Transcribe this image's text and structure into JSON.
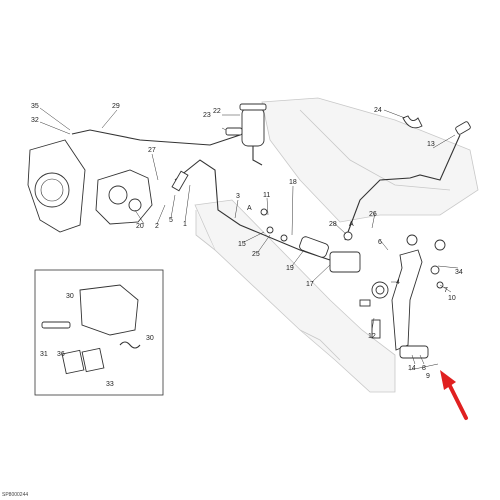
{
  "diagram": {
    "callouts": [
      {
        "id": "c35",
        "text": "35"
      },
      {
        "id": "c29",
        "text": "29"
      },
      {
        "id": "c32",
        "text": "32"
      },
      {
        "id": "c22",
        "text": "22"
      },
      {
        "id": "c23",
        "text": "23"
      },
      {
        "id": "c24",
        "text": "24"
      },
      {
        "id": "c13",
        "text": "13"
      },
      {
        "id": "c27",
        "text": "27"
      },
      {
        "id": "c3",
        "text": "3"
      },
      {
        "id": "c11",
        "text": "11"
      },
      {
        "id": "c18",
        "text": "18"
      },
      {
        "id": "c20",
        "text": "20"
      },
      {
        "id": "c2",
        "text": "2"
      },
      {
        "id": "c5",
        "text": "5"
      },
      {
        "id": "c1",
        "text": "1"
      },
      {
        "id": "c15",
        "text": "15"
      },
      {
        "id": "c25",
        "text": "25"
      },
      {
        "id": "c19",
        "text": "19"
      },
      {
        "id": "c17",
        "text": "17"
      },
      {
        "id": "c28",
        "text": "28"
      },
      {
        "id": "c26",
        "text": "26"
      },
      {
        "id": "c6",
        "text": "6"
      },
      {
        "id": "c7",
        "text": "7"
      },
      {
        "id": "c10",
        "text": "10"
      },
      {
        "id": "c34",
        "text": "34"
      },
      {
        "id": "c4",
        "text": "4"
      },
      {
        "id": "c12",
        "text": "12"
      },
      {
        "id": "c14",
        "text": "14"
      },
      {
        "id": "c8",
        "text": "8"
      },
      {
        "id": "c9",
        "text": "9"
      },
      {
        "id": "c30a",
        "text": "30"
      },
      {
        "id": "c30b",
        "text": "30"
      },
      {
        "id": "c31",
        "text": "31"
      },
      {
        "id": "c36",
        "text": "36"
      },
      {
        "id": "c33",
        "text": "33"
      },
      {
        "id": "cA1",
        "text": "A"
      },
      {
        "id": "cA2",
        "text": "A"
      }
    ],
    "drawing_code": "SP8000244",
    "arrow_color": "#e02020",
    "line_color": "#333333",
    "ghost_color": "#c8c8c8"
  }
}
